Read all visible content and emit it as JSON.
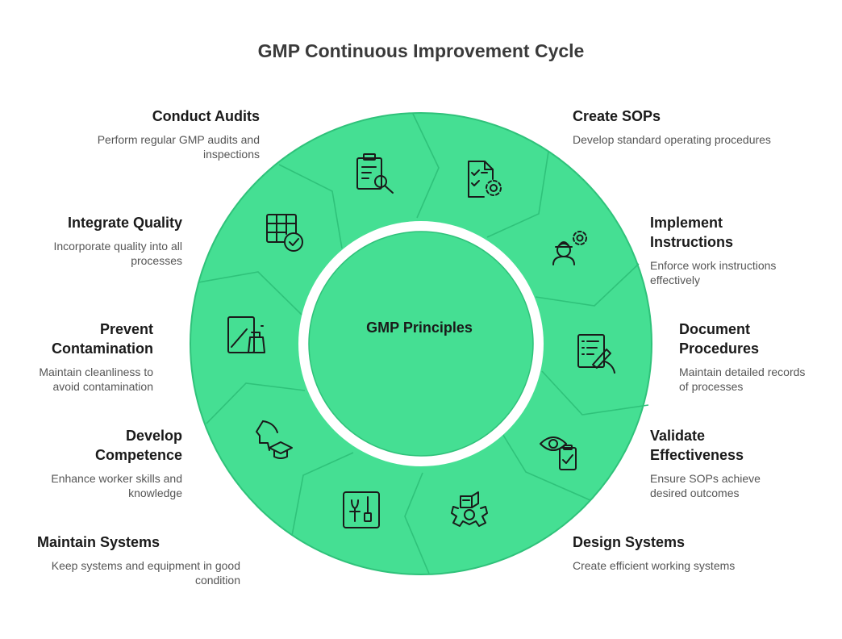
{
  "title": "GMP Continuous Improvement Cycle",
  "center": "GMP Principles",
  "colors": {
    "segment": "#45df93",
    "stroke": "#2fc27a",
    "ring": "#ffffff",
    "text": "#1a1a1a"
  },
  "steps": [
    {
      "title": "Create SOPs",
      "desc": "Develop standard operating procedures",
      "icon": "document-gear-icon"
    },
    {
      "title": "Implement Instructions",
      "desc": "Enforce work instructions effectively",
      "icon": "worker-gear-icon"
    },
    {
      "title": "Document Procedures",
      "desc": "Maintain detailed records of processes",
      "icon": "document-pen-icon"
    },
    {
      "title": "Validate Effectiveness",
      "desc": "Ensure SOPs achieve desired outcomes",
      "icon": "eye-clipboard-icon"
    },
    {
      "title": "Design Systems",
      "desc": "Create efficient working systems",
      "icon": "gear-blueprint-icon"
    },
    {
      "title": "Maintain Systems",
      "desc": "Keep systems and equipment in good condition",
      "icon": "toolbox-icon"
    },
    {
      "title": "Develop Competence",
      "desc": "Enhance worker skills and knowledge",
      "icon": "head-graduation-cap-icon"
    },
    {
      "title": "Prevent Contamination",
      "desc": "Maintain cleanliness to avoid contamination",
      "icon": "spray-bottle-icon"
    },
    {
      "title": "Integrate Quality",
      "desc": "Incorporate quality into all processes",
      "icon": "grid-check-icon"
    },
    {
      "title": "Conduct Audits",
      "desc": "Perform regular GMP audits and inspections",
      "icon": "clipboard-search-icon"
    }
  ]
}
